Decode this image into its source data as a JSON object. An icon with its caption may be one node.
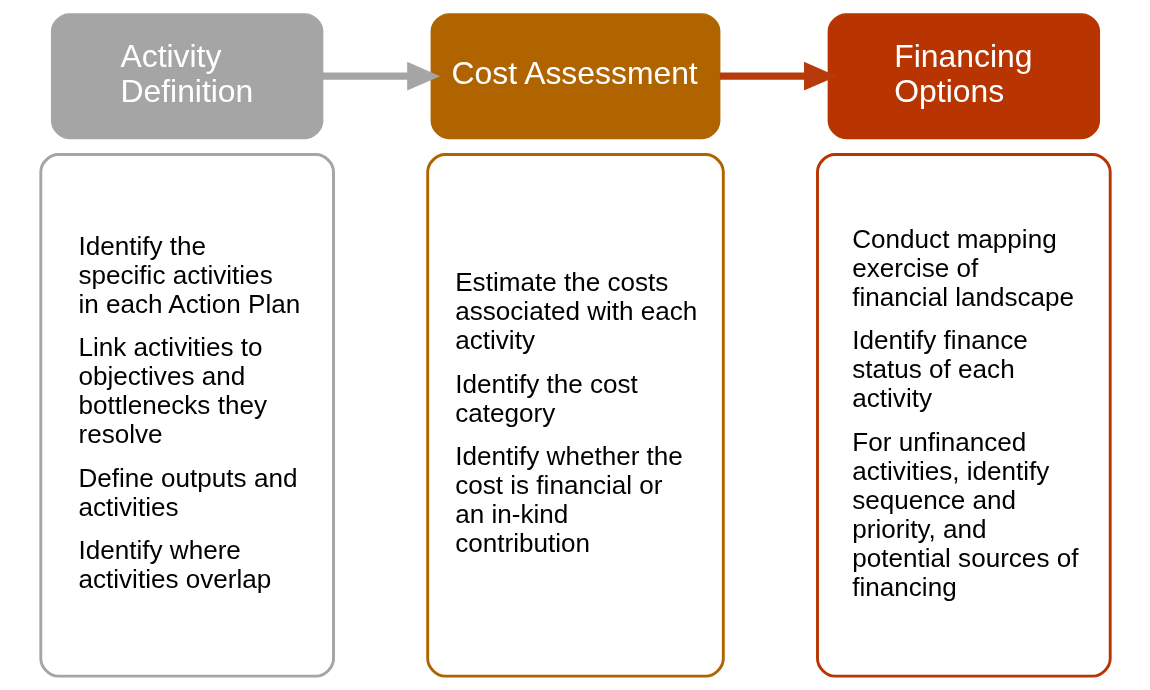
{
  "diagram": {
    "nodes": [
      {
        "text": [
          "Activity Definition"
        ]
      },
      {
        "text": [
          "Identify the specific activities in each Action Plan",
          "Link activities to objectives and bottlenecks they resolve",
          "Define outputs and activities",
          "Identify where activities overlap"
        ]
      },
      {
        "text": [
          "Cost Assessment"
        ]
      },
      {
        "text": [
          "Estimate the costs associated with each activity",
          "Identify the cost category",
          "Identify whether the cost is financial or an in-kind contribution"
        ]
      },
      {
        "text": [
          "Financing Options"
        ]
      },
      {
        "text": [
          "Conduct mapping exercise of financial landscape",
          "Identify finance status of each activity",
          "For unfinanced activities, identify sequence and priority, and potential sources of financing"
        ]
      }
    ],
    "edges": [
      {
        "from": 0,
        "to": 2,
        "arrow": "to",
        "color": "#a5a5a5"
      },
      {
        "from": 2,
        "to": 4,
        "arrow": "to",
        "color": "#b83a0c"
      }
    ]
  }
}
